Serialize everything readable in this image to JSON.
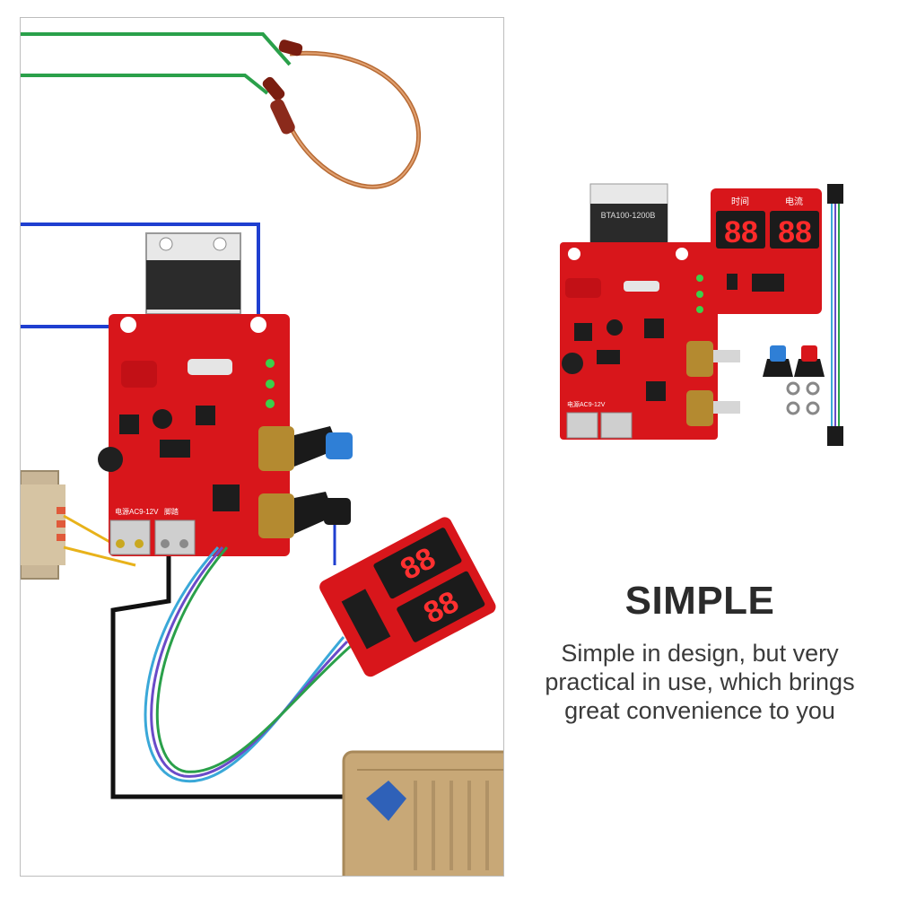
{
  "copy": {
    "headline": "SIMPLE",
    "body_line_1": "Simple in design, but very",
    "body_line_2": "practical in use, which brings",
    "body_line_3": "great convenience to you"
  },
  "module_labels": {
    "terminal_power": "电源AC9-12V",
    "terminal_foot": "脚踏",
    "display_time": "时间",
    "display_current": "电流",
    "triac_part": "BTA100-1200B"
  },
  "displays": {
    "time_value": "88",
    "current_value": "88"
  },
  "colors": {
    "pcb_red": "#d8161b",
    "wire_green": "#2aa04a",
    "wire_blue": "#1f3fd0",
    "wire_black": "#111111",
    "wire_yellow": "#e8b21a",
    "pedal_tan": "#c8a877",
    "headline_text": "#2b2b2b"
  }
}
